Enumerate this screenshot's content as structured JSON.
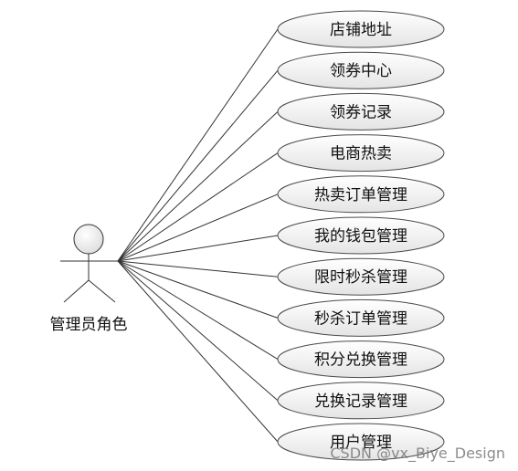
{
  "actor": {
    "name": "管理员角色"
  },
  "use_cases": [
    {
      "label": "店铺地址"
    },
    {
      "label": "领券中心"
    },
    {
      "label": "领券记录"
    },
    {
      "label": "电商热卖"
    },
    {
      "label": "热卖订单管理"
    },
    {
      "label": "我的钱包管理"
    },
    {
      "label": "限时秒杀管理"
    },
    {
      "label": "秒杀订单管理"
    },
    {
      "label": "积分兑换管理"
    },
    {
      "label": "兑换记录管理"
    },
    {
      "label": "用户管理"
    }
  ],
  "watermark": "CSDN @vx_Biye_Design",
  "colors": {
    "ellipse_fill_top": "#ffffff",
    "ellipse_fill_bottom": "#e6e6e6",
    "stroke": "#333333"
  }
}
